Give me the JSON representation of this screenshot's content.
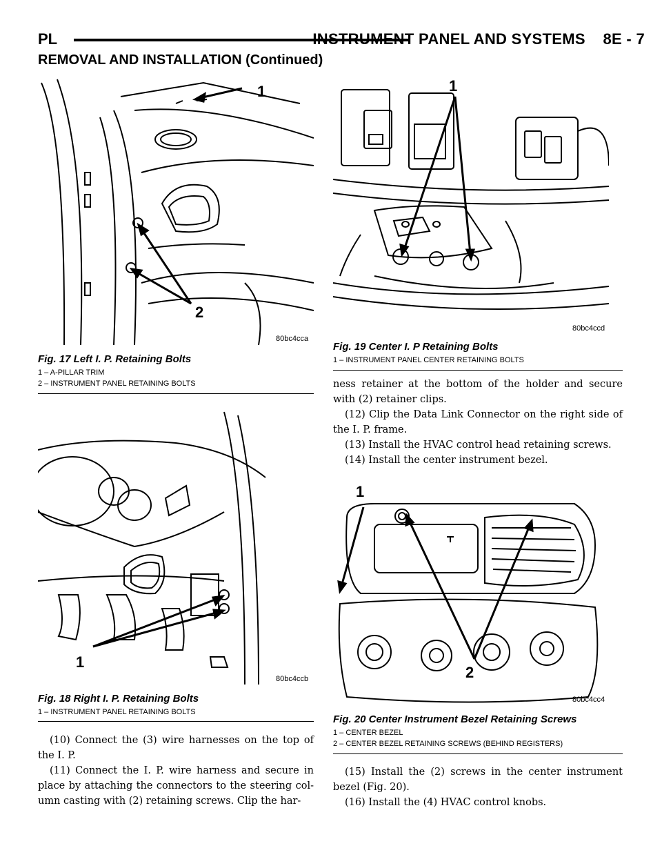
{
  "header": {
    "left": "PL",
    "right": "INSTRUMENT PANEL AND SYSTEMS",
    "page": "8E - 7"
  },
  "section_title": "REMOVAL AND INSTALLATION (Continued)",
  "figures": {
    "fig17": {
      "code": "80bc4cca",
      "title": "Fig. 17 Left I. P. Retaining Bolts",
      "callouts": [
        "1",
        "2"
      ],
      "legend": [
        "1 – A-PILLAR TRIM",
        "2 – INSTRUMENT PANEL RETAINING BOLTS"
      ]
    },
    "fig18": {
      "code": "80bc4ccb",
      "title": "Fig. 18 Right I. P. Retaining Bolts",
      "callouts": [
        "1"
      ],
      "legend": [
        "1 – INSTRUMENT PANEL RETAINING BOLTS"
      ]
    },
    "fig19": {
      "code": "80bc4ccd",
      "title": "Fig. 19 Center I. P Retaining Bolts",
      "callouts": [
        "1"
      ],
      "legend": [
        "1 – INSTRUMENT PANEL CENTER RETAINING BOLTS"
      ]
    },
    "fig20": {
      "code": "80bc4cc4",
      "title": "Fig. 20 Center Instrument Bezel Retaining Screws",
      "callouts": [
        "1",
        "2"
      ],
      "legend": [
        "1 – CENTER BEZEL",
        "2 – CENTER BEZEL RETAINING SCREWS (BEHIND REGISTERS)"
      ]
    }
  },
  "text": {
    "left_p1": "(10) Connect the (3) wire harnesses on the top of the I. P.",
    "left_p2": "(11) Connect the I. P. wire harness and secure in place by attaching the connectors to the steering col-umn casting with (2) retaining screws. Clip the har-",
    "right_p1": "ness retainer at the bottom of the holder and secure with (2) retainer clips.",
    "right_p2": "(12) Clip the Data Link Connector on the right side of the I. P. frame.",
    "right_p3": "(13) Install the HVAC control head retaining screws.",
    "right_p4": "(14) Install the center instrument bezel.",
    "right_p5": "(15) Install the (2) screws in the center instrument bezel (Fig. 20).",
    "right_p6": "(16) Install the (4) HVAC control knobs."
  }
}
